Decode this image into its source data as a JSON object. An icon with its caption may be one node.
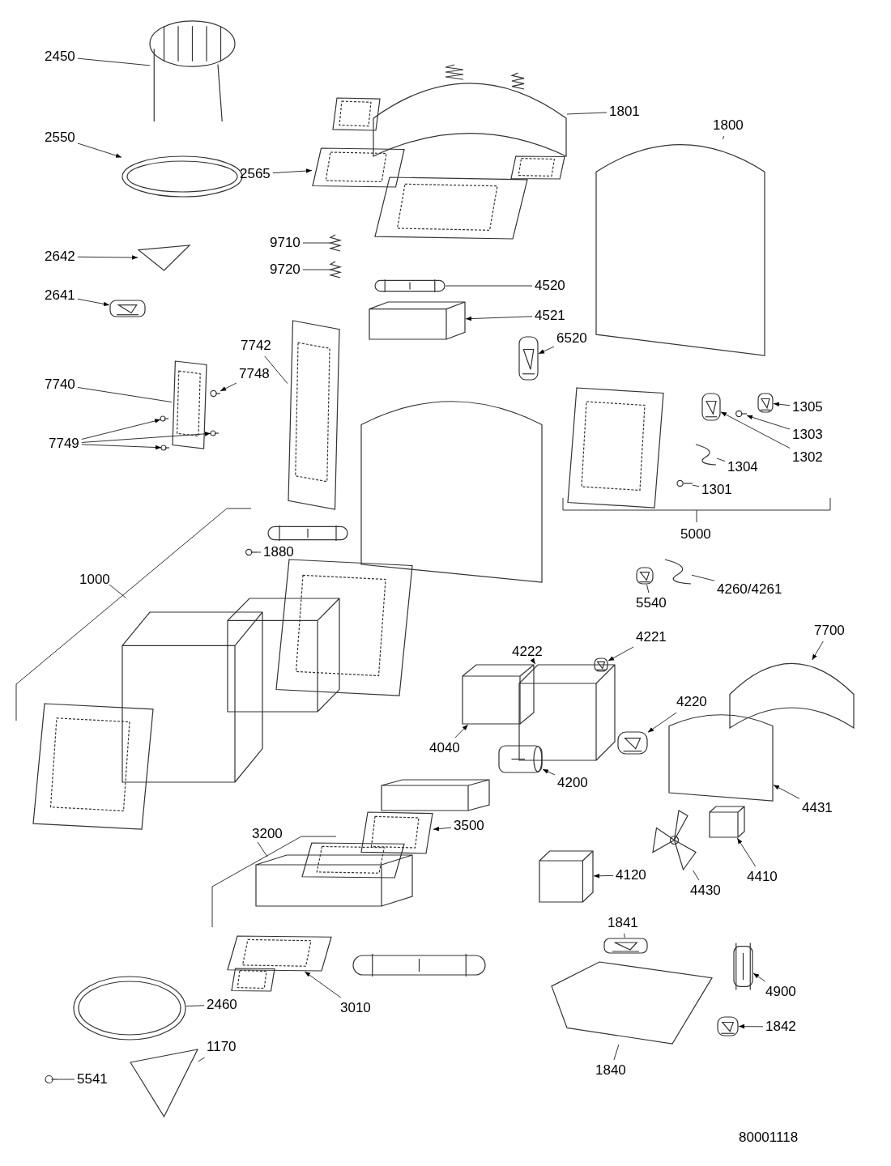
{
  "diagram": {
    "nodes": [
      {
        "text": [
          "2450"
        ]
      },
      {
        "text": [],
        "shape": "picture"
      },
      {
        "text": [
          "2550"
        ]
      },
      {
        "text": [],
        "shape": "picture"
      },
      {
        "text": [
          "2642"
        ]
      },
      {
        "text": [],
        "shape": "picture"
      },
      {
        "text": [
          "2641"
        ]
      },
      {
        "text": [],
        "shape": "picture"
      },
      {
        "text": [
          "7740"
        ]
      },
      {
        "text": [],
        "shape": "picture"
      },
      {
        "text": [
          "7748"
        ]
      },
      {
        "text": [],
        "shape": "picture"
      },
      {
        "text": [
          "7749"
        ]
      },
      {
        "text": [],
        "shape": "picture"
      },
      {
        "text": [],
        "shape": "picture"
      },
      {
        "text": [],
        "shape": "picture"
      },
      {
        "text": [
          "7742"
        ]
      },
      {
        "text": [],
        "shape": "picture"
      },
      {
        "text": [
          "9710"
        ]
      },
      {
        "text": [],
        "shape": "picture"
      },
      {
        "text": [
          "9720"
        ]
      },
      {
        "text": [],
        "shape": "picture"
      },
      {
        "text": [
          "2565"
        ]
      },
      {
        "text": [],
        "shape": "picture"
      },
      {
        "text": [
          "1801"
        ]
      },
      {
        "text": [],
        "shape": "picture"
      },
      {
        "text": [
          "1800"
        ]
      },
      {
        "text": [],
        "shape": "picture"
      },
      {
        "text": [
          "4520"
        ]
      },
      {
        "text": [],
        "shape": "picture"
      },
      {
        "text": [
          "4521"
        ]
      },
      {
        "text": [],
        "shape": "picture"
      },
      {
        "text": [
          "6520"
        ]
      },
      {
        "text": [],
        "shape": "picture"
      },
      {
        "text": [
          "1305"
        ]
      },
      {
        "text": [],
        "shape": "picture"
      },
      {
        "text": [
          "1303"
        ]
      },
      {
        "text": [],
        "shape": "picture"
      },
      {
        "text": [
          "1302"
        ]
      },
      {
        "text": [],
        "shape": "picture"
      },
      {
        "text": [
          "1304"
        ]
      },
      {
        "text": [],
        "shape": "picture"
      },
      {
        "text": [
          "1301"
        ]
      },
      {
        "text": [],
        "shape": "picture"
      },
      {
        "text": [
          "1880"
        ]
      },
      {
        "text": [],
        "shape": "picture"
      },
      {
        "text": [
          "5540"
        ]
      },
      {
        "text": [],
        "shape": "picture"
      },
      {
        "text": [
          "4260/4261"
        ]
      },
      {
        "text": [],
        "shape": "picture"
      },
      {
        "text": [
          "4221"
        ]
      },
      {
        "text": [],
        "shape": "picture"
      },
      {
        "text": [
          "4222"
        ]
      },
      {
        "text": [],
        "shape": "picture"
      },
      {
        "text": [
          "7700"
        ]
      },
      {
        "text": [],
        "shape": "picture"
      },
      {
        "text": [
          "4040"
        ]
      },
      {
        "text": [],
        "shape": "picture"
      },
      {
        "text": [
          "4220"
        ]
      },
      {
        "text": [],
        "shape": "picture"
      },
      {
        "text": [
          "4200"
        ]
      },
      {
        "text": [],
        "shape": "picture"
      },
      {
        "text": [
          "4431"
        ]
      },
      {
        "text": [],
        "shape": "picture"
      },
      {
        "text": [
          "3500"
        ]
      },
      {
        "text": [],
        "shape": "picture"
      },
      {
        "text": [
          "4120"
        ]
      },
      {
        "text": [],
        "shape": "picture"
      },
      {
        "text": [
          "4430"
        ]
      },
      {
        "text": [],
        "shape": "picture"
      },
      {
        "text": [
          "4410"
        ]
      },
      {
        "text": [],
        "shape": "picture"
      },
      {
        "text": [
          "3010"
        ]
      },
      {
        "text": [],
        "shape": "picture"
      },
      {
        "text": [
          "2460"
        ]
      },
      {
        "text": [],
        "shape": "picture"
      },
      {
        "text": [
          "1170"
        ]
      },
      {
        "text": [],
        "shape": "picture"
      },
      {
        "text": [
          "5541"
        ]
      },
      {
        "text": [],
        "shape": "picture"
      },
      {
        "text": [
          "1841"
        ]
      },
      {
        "text": [],
        "shape": "picture"
      },
      {
        "text": [
          "4900"
        ]
      },
      {
        "text": [],
        "shape": "picture"
      },
      {
        "text": [
          "1842"
        ]
      },
      {
        "text": [],
        "shape": "picture"
      },
      {
        "text": [
          "1840"
        ]
      },
      {
        "text": [],
        "shape": "picture"
      }
    ],
    "edges": [
      {
        "from": 0,
        "to": 1,
        "arrow": "none"
      },
      {
        "from": 2,
        "to": 3,
        "arrow": "to"
      },
      {
        "from": 4,
        "to": 5,
        "arrow": "to"
      },
      {
        "from": 6,
        "to": 7,
        "arrow": "to"
      },
      {
        "from": 8,
        "to": 9,
        "arrow": "none"
      },
      {
        "from": 10,
        "to": 11,
        "arrow": "to"
      },
      {
        "from": 12,
        "to": 13,
        "arrow": "to"
      },
      {
        "from": 12,
        "to": 14,
        "arrow": "to"
      },
      {
        "from": 12,
        "to": 15,
        "arrow": "to"
      },
      {
        "from": 16,
        "to": 17,
        "arrow": "none"
      },
      {
        "from": 18,
        "to": 19,
        "arrow": "none"
      },
      {
        "from": 20,
        "to": 21,
        "arrow": "none"
      },
      {
        "from": 22,
        "to": 23,
        "arrow": "to"
      },
      {
        "from": 24,
        "to": 25,
        "arrow": "none"
      },
      {
        "from": 26,
        "to": 27,
        "arrow": "none"
      },
      {
        "from": 28,
        "to": 29,
        "arrow": "none"
      },
      {
        "from": 30,
        "to": 31,
        "arrow": "to"
      },
      {
        "from": 32,
        "to": 33,
        "arrow": "to"
      },
      {
        "from": 34,
        "to": 35,
        "arrow": "to"
      },
      {
        "from": 36,
        "to": 37,
        "arrow": "to"
      },
      {
        "from": 38,
        "to": 39,
        "arrow": "to"
      },
      {
        "from": 40,
        "to": 41,
        "arrow": "none"
      },
      {
        "from": 42,
        "to": 43,
        "arrow": "none"
      },
      {
        "from": 44,
        "to": 45,
        "arrow": "none"
      },
      {
        "from": 46,
        "to": 47,
        "arrow": "none"
      },
      {
        "from": 48,
        "to": 49,
        "arrow": "none"
      },
      {
        "from": 50,
        "to": 51,
        "arrow": "to"
      },
      {
        "from": 52,
        "to": 53,
        "arrow": "to"
      },
      {
        "from": 54,
        "to": 55,
        "arrow": "to"
      },
      {
        "from": 56,
        "to": 57,
        "arrow": "to"
      },
      {
        "from": 58,
        "to": 59,
        "arrow": "to"
      },
      {
        "from": 60,
        "to": 61,
        "arrow": "to"
      },
      {
        "from": 62,
        "to": 63,
        "arrow": "to"
      },
      {
        "from": 64,
        "to": 65,
        "arrow": "to"
      },
      {
        "from": 66,
        "to": 67,
        "arrow": "to"
      },
      {
        "from": 68,
        "to": 69,
        "arrow": "none"
      },
      {
        "from": 70,
        "to": 71,
        "arrow": "to"
      },
      {
        "from": 72,
        "to": 73,
        "arrow": "to"
      },
      {
        "from": 74,
        "to": 75,
        "arrow": "none"
      },
      {
        "from": 76,
        "to": 77,
        "arrow": "none"
      },
      {
        "from": 78,
        "to": 79,
        "arrow": "none"
      },
      {
        "from": 80,
        "to": 81,
        "arrow": "none"
      },
      {
        "from": 82,
        "to": 83,
        "arrow": "to"
      },
      {
        "from": 84,
        "to": 85,
        "arrow": "to"
      },
      {
        "from": 86,
        "to": 87,
        "arrow": "none"
      }
    ],
    "labels": [
      "5000",
      "1000",
      "3200",
      "80001118"
    ]
  }
}
